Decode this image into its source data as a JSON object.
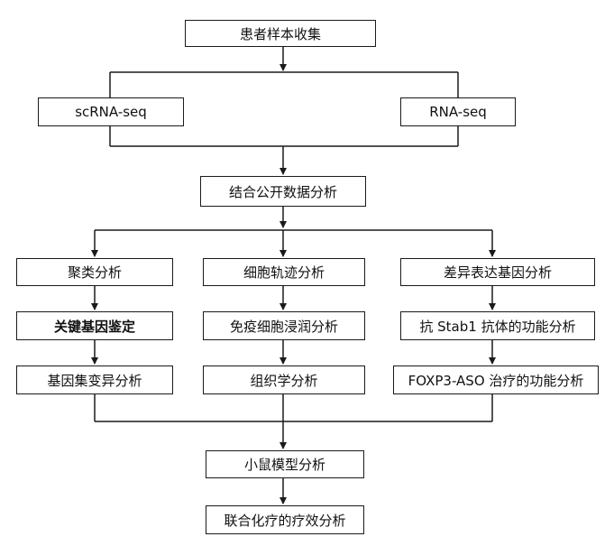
{
  "flowchart": {
    "nodes": {
      "collect": "患者样本收集",
      "scrna": "scRNA-seq",
      "rnaseq": "RNA-seq",
      "integrate": "结合公开数据分析",
      "cluster": "聚类分析",
      "trajectory": "细胞轨迹分析",
      "deg": "差异表达基因分析",
      "keygene": "关键基因鉴定",
      "immune": "免疫细胞浸润分析",
      "stab1": "抗 Stab1 抗体的功能分析",
      "geneset": "基因集变异分析",
      "histology": "组织学分析",
      "foxp3": "FOXP3-ASO 治疗的功能分析",
      "mouse": "小鼠模型分析",
      "combo": "联合化疗的疗效分析"
    }
  }
}
